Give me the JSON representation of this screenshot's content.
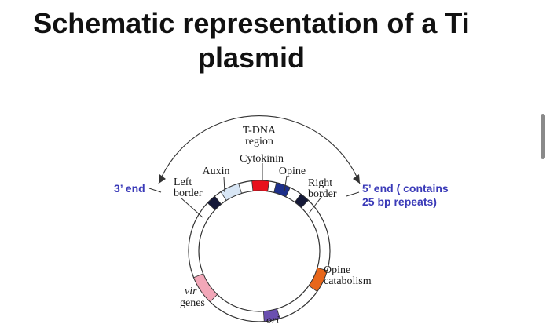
{
  "title": {
    "line1": "Schematic representation of a Ti",
    "line2": "plasmid"
  },
  "labels": {
    "tdna_line1": "T-DNA",
    "tdna_line2": "region",
    "cytokinin": "Cytokinin",
    "auxin": "Auxin",
    "opine": "Opine",
    "left_border_line1": "Left",
    "left_border_line2": "border",
    "right_border_line1": "Right",
    "right_border_line2": "border",
    "three_end": "3’ end",
    "five_end_line1": "5’ end ( contains",
    "five_end_line2": "25 bp repeats)",
    "opine_catabolism_line1": "Opine",
    "opine_catabolism_line2": "catabolism",
    "vir_line1": "vir",
    "vir_line2": "genes",
    "ori": "ori"
  },
  "colors": {
    "left_border": "#141838",
    "auxin": "#d8e6f5",
    "cytokinin": "#e8101c",
    "opine": "#1d2f8a",
    "right_border": "#141838",
    "opine_catabolism": "#e8661a",
    "vir_genes": "#f2a7b8",
    "ori": "#6a4fb0",
    "blue_text": "#3a3ab8"
  }
}
